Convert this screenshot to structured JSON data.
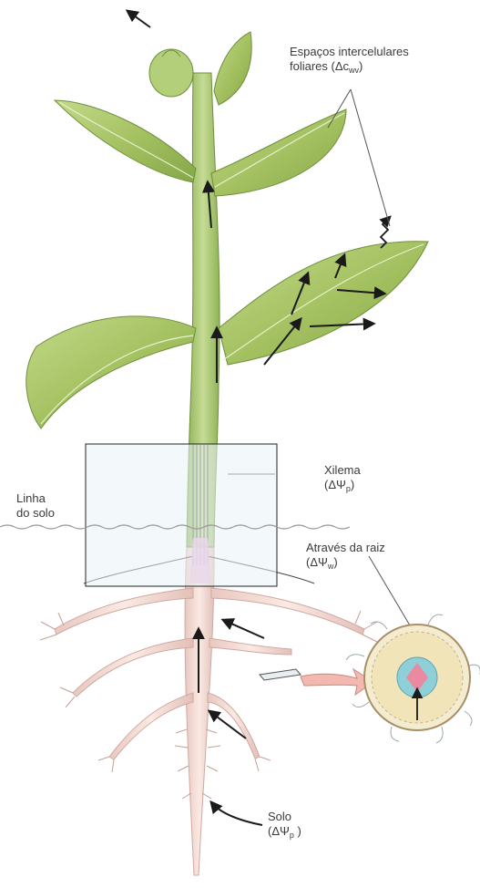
{
  "labels": {
    "leaf_spaces_line1": "Espaços intercelulares",
    "leaf_spaces_line2_pre": "foliares (Δc",
    "leaf_spaces_sub": "wv",
    "leaf_spaces_post": ")",
    "xylem": "Xilema",
    "xylem_pre": "(ΔΨ",
    "xylem_sub": "p",
    "xylem_post": ")",
    "soil_line_1": "Linha",
    "soil_line_2": "do solo",
    "root_1": "Através da raiz",
    "root_pre": "(ΔΨ",
    "root_sub": "w",
    "root_post": ")",
    "soil": "Solo",
    "soil_pre": "(ΔΨ",
    "soil_sub": "p",
    "soil_post": " )"
  },
  "colors": {
    "leaf": "#a9c565",
    "leaf_dark": "#7f9f45",
    "stem": "#9fc06a",
    "root": "#f2d7d2",
    "root_edge": "#d6b2ac",
    "xylem_core": "#e9b6d9",
    "endodermis": "#8fd0d8",
    "arrow": "#1a1a1a"
  }
}
